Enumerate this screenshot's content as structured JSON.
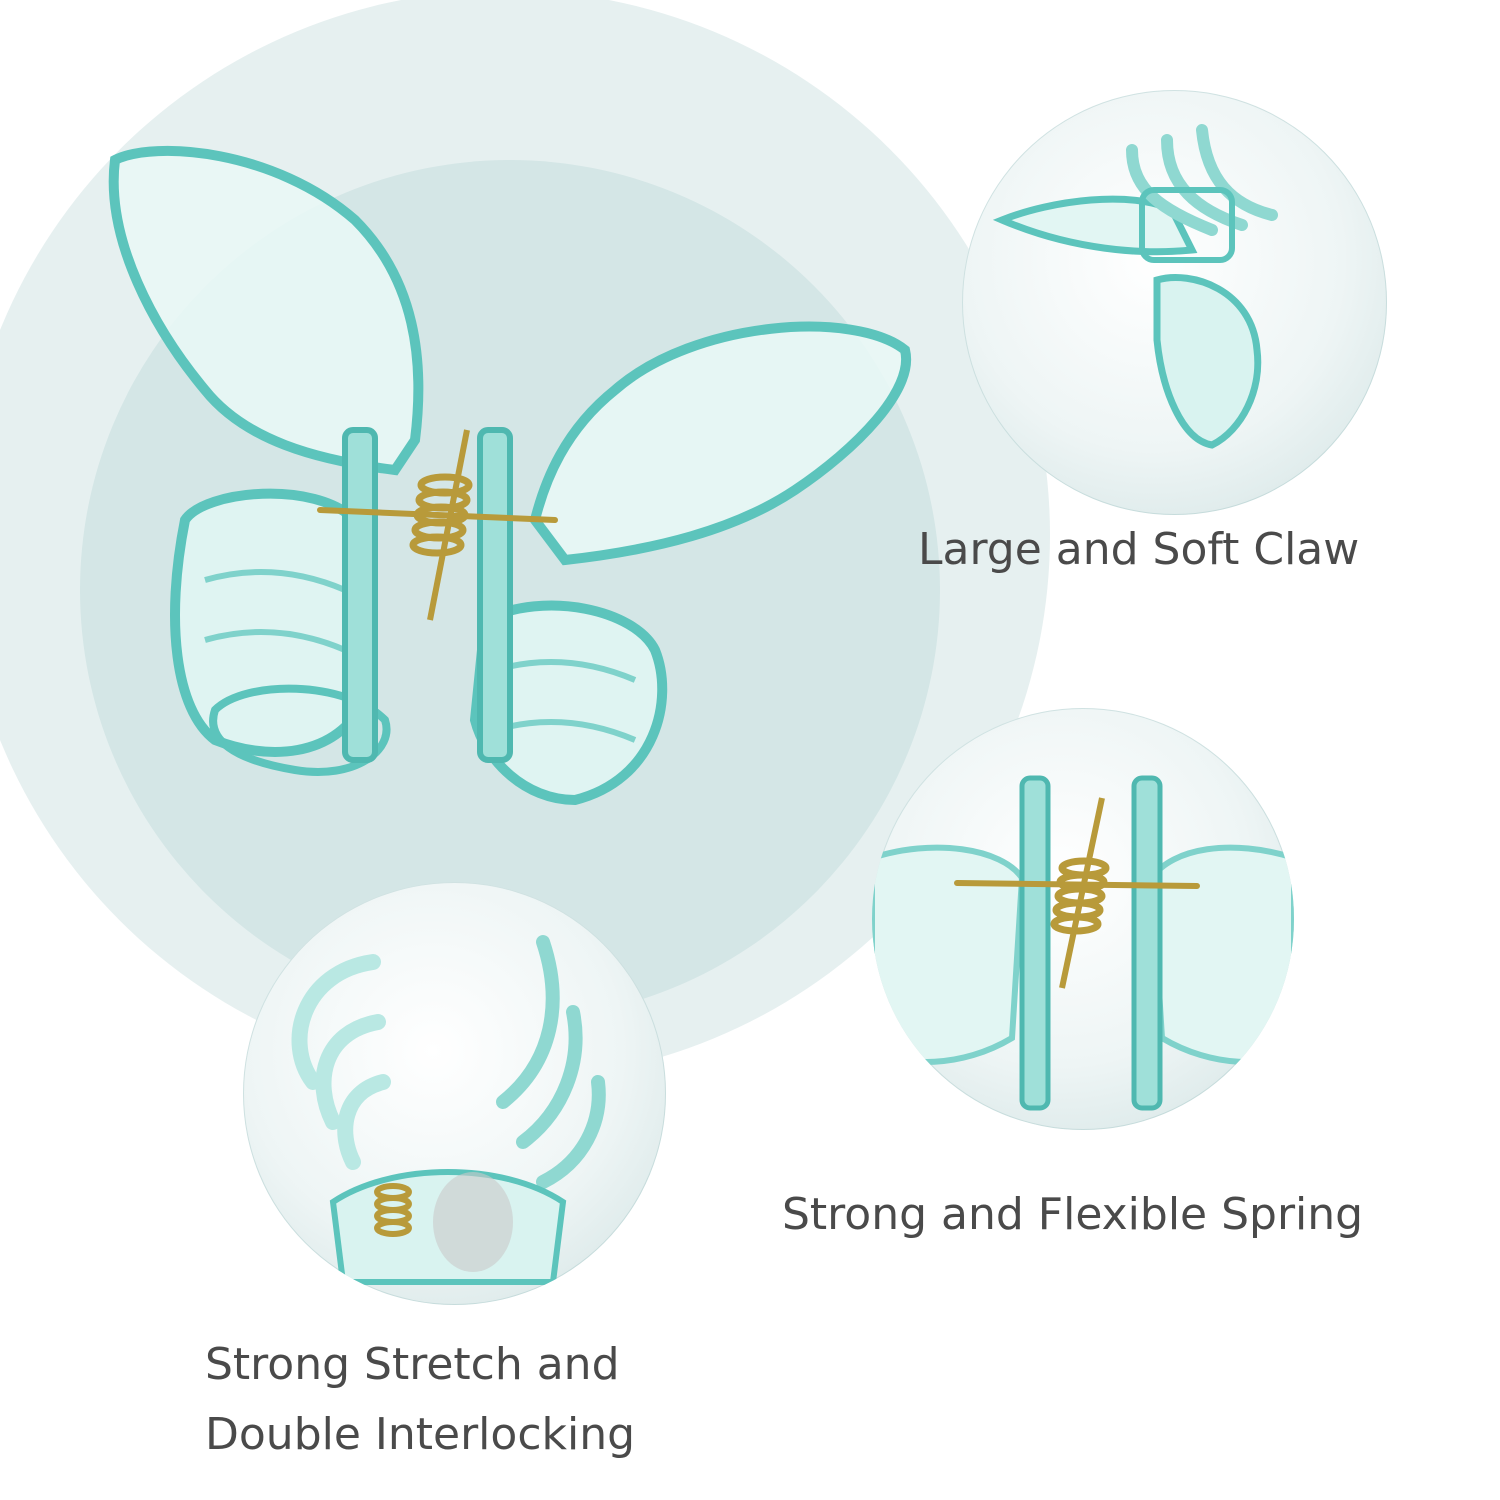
{
  "colors": {
    "background": "#ffffff",
    "outer_disc": "#e6f0f0",
    "inner_disc": "#d4e6e6",
    "clip_edge": "#5cc4bc",
    "clip_fill": "#d9f3f0",
    "spring": "#b89a3a",
    "caption_text": "#4a4a4a"
  },
  "icons": {
    "main": "butterfly-claw-clip-icon",
    "claw": "claw-teeth-icon",
    "spring": "spring-icon",
    "interlock": "interlocking-teeth-icon"
  },
  "captions": {
    "claw": "Large and Soft Claw",
    "spring": "Strong and Flexible Spring",
    "interlock_line1": "Strong Stretch and",
    "interlock_line2": "Double Interlocking"
  }
}
